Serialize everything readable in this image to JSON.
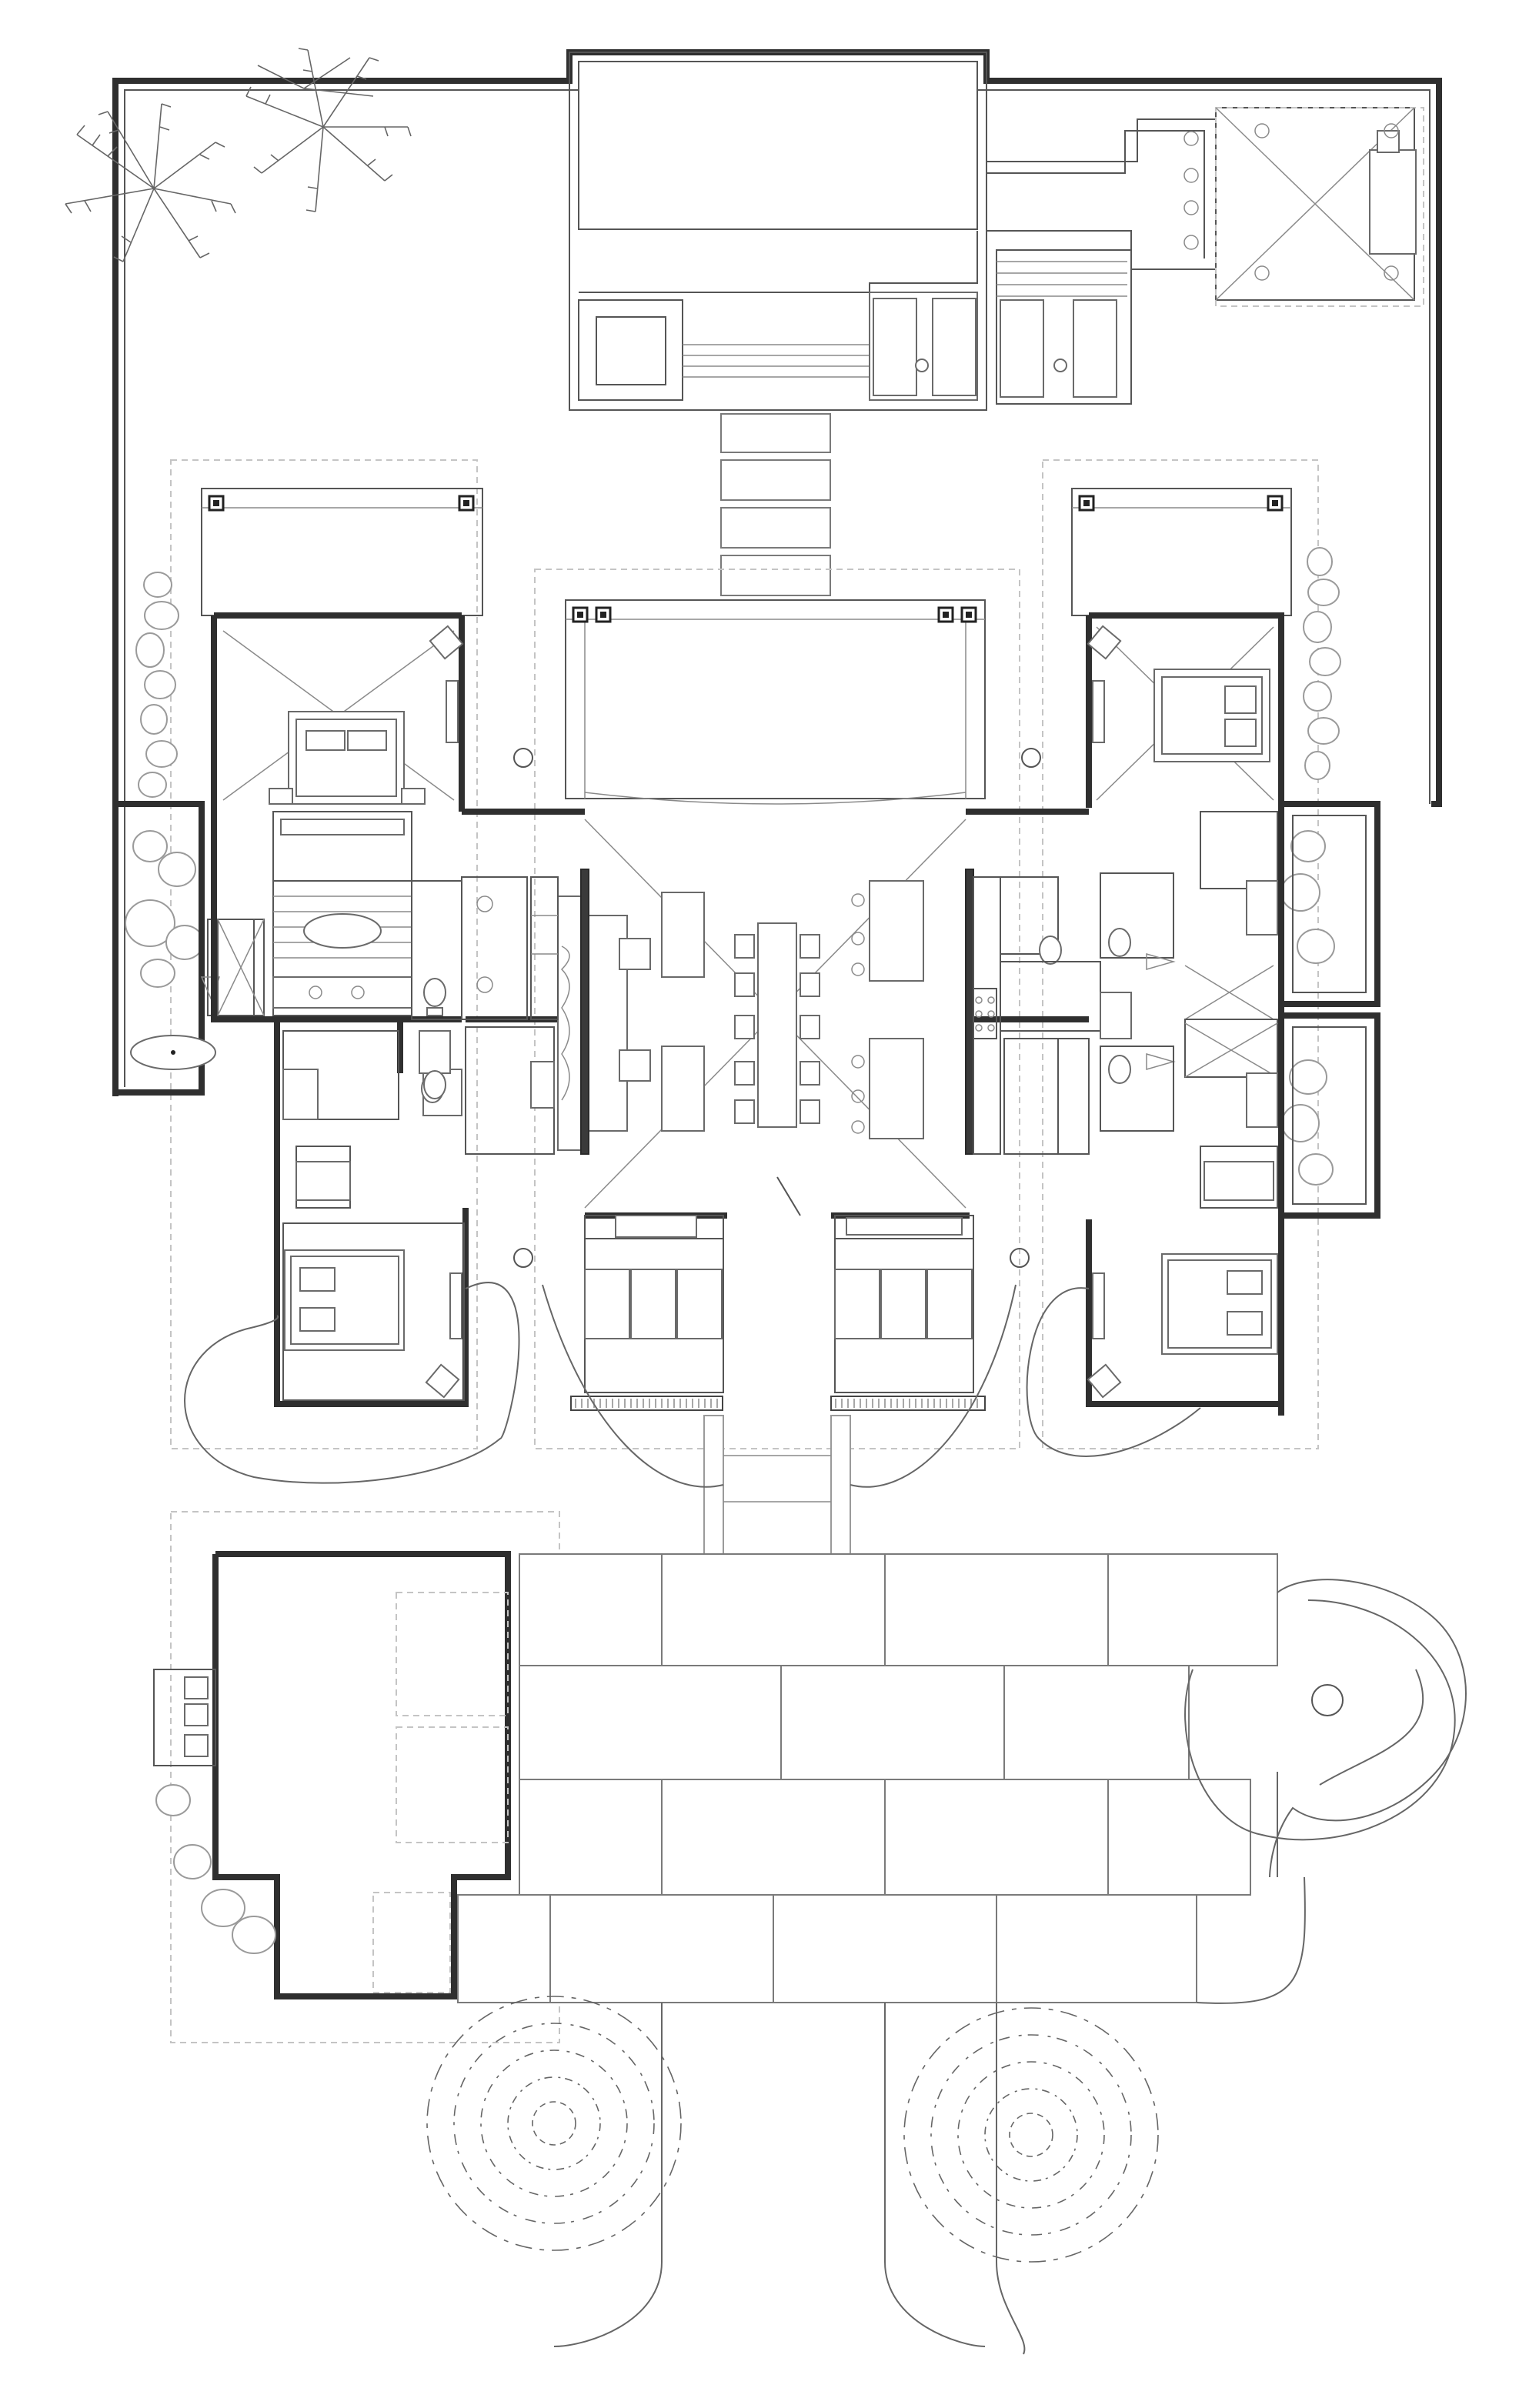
{
  "plan": {
    "rooms": [
      {
        "id": "pool-terrace"
      },
      {
        "id": "great-room"
      },
      {
        "id": "kitchen"
      },
      {
        "id": "bedroom-nw"
      },
      {
        "id": "bedroom-ne"
      },
      {
        "id": "bedroom-sw"
      },
      {
        "id": "bedroom-se"
      },
      {
        "id": "primary-bath"
      },
      {
        "id": "garage"
      },
      {
        "id": "motor-court"
      }
    ],
    "colors": {
      "wall": "#2f2f2f",
      "line": "#6a6a6a",
      "background": "#ffffff",
      "dashed": "#c4c4c4"
    }
  }
}
